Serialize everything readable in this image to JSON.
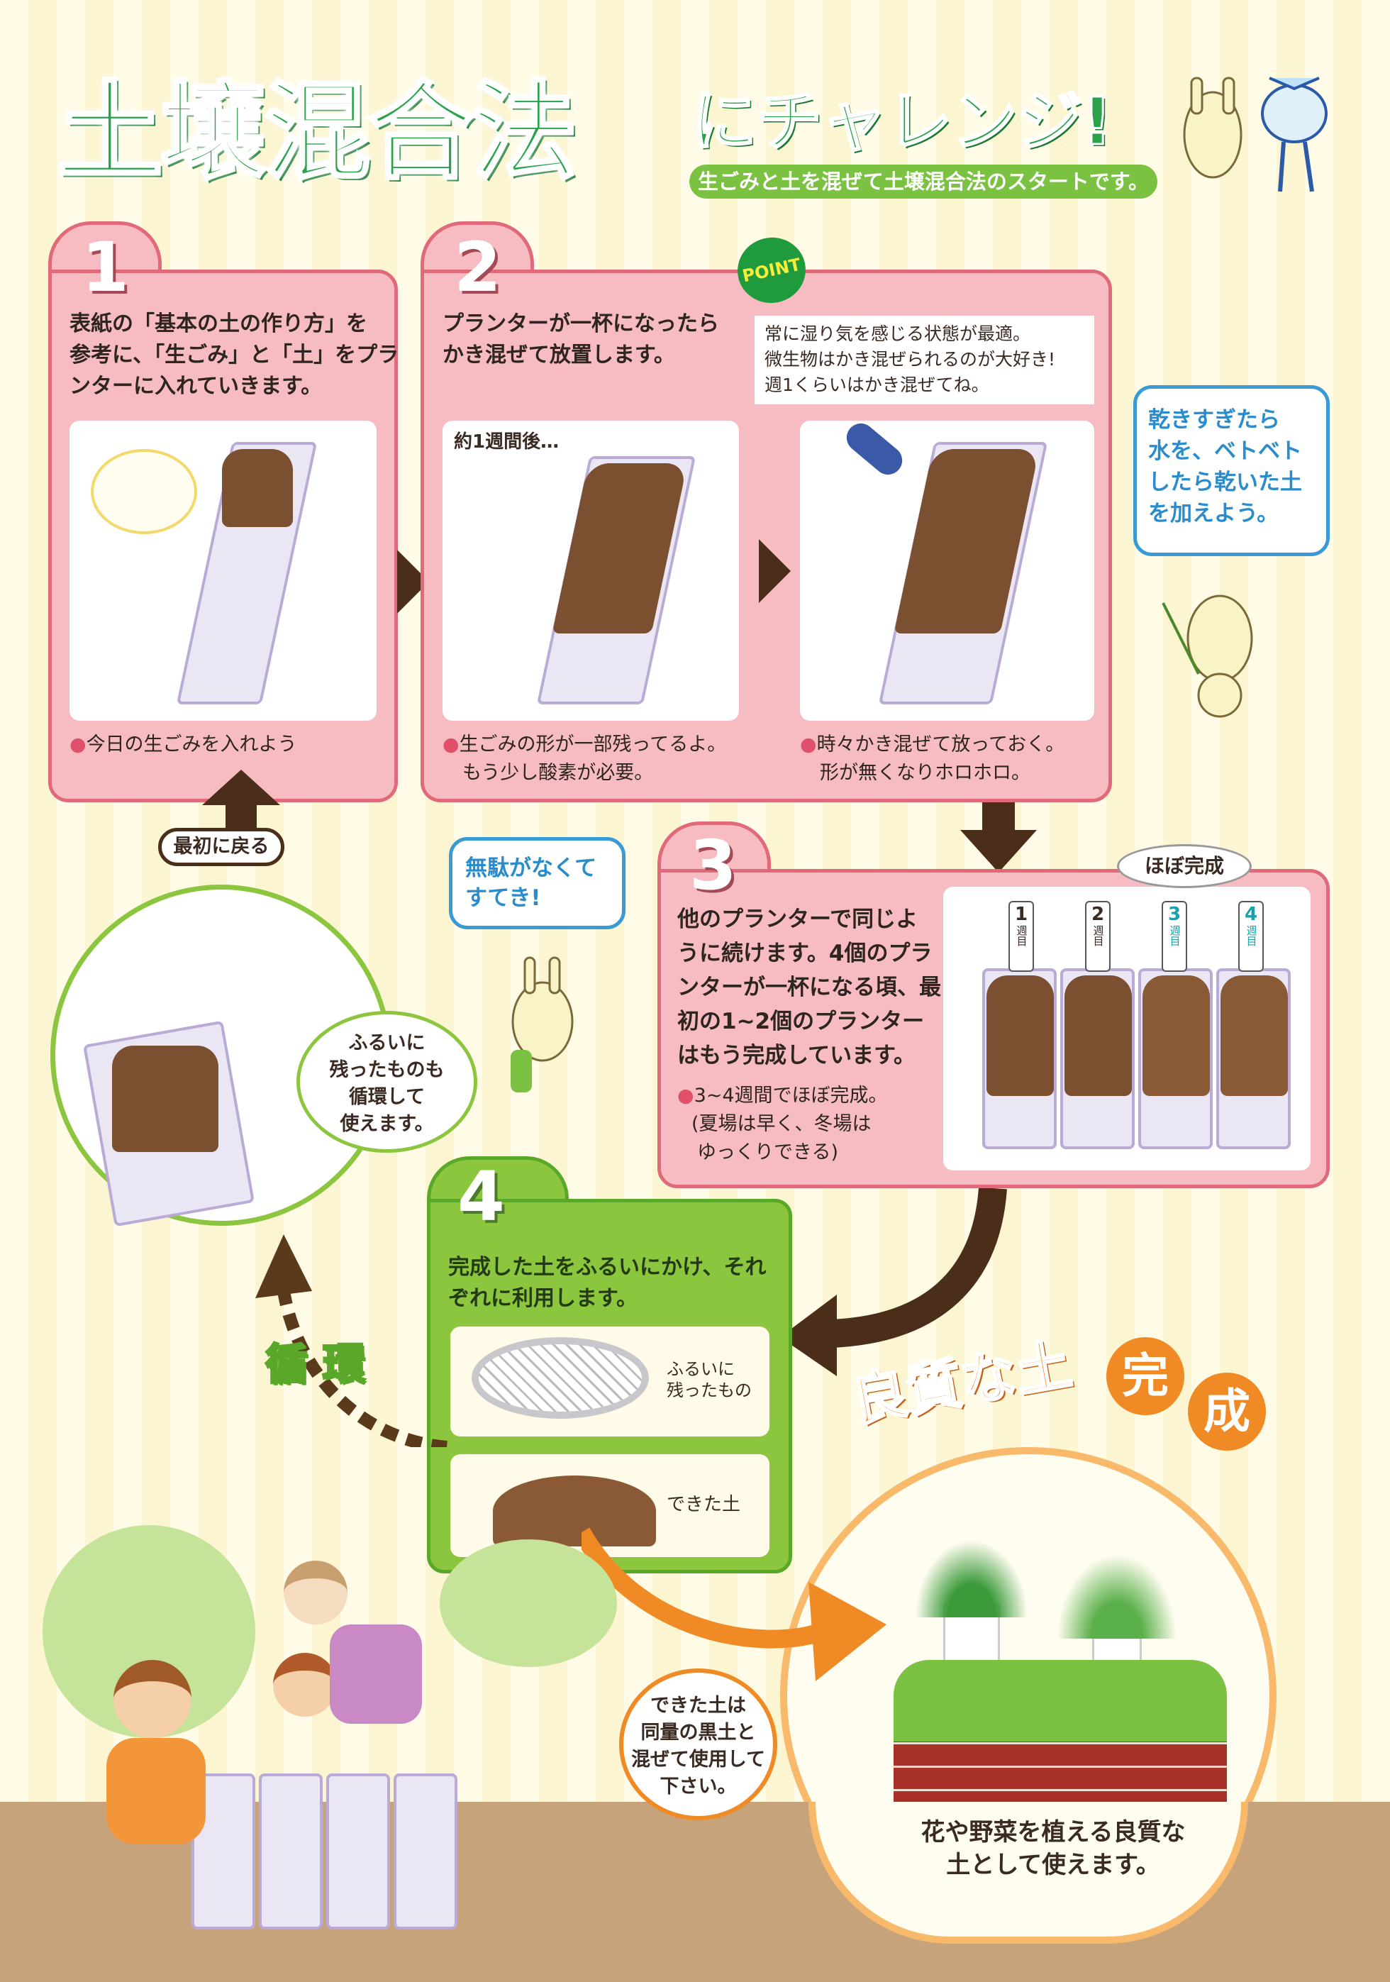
{
  "header": {
    "title": "土壌混合法",
    "title_suffix": "にチャレンジ!",
    "subtitle": "生ごみと土を混ぜて土壌混合法のスタートです。"
  },
  "step1": {
    "number": "1",
    "text": [
      "表紙の「基本の土の作り方」を",
      "参考に、「生ごみ」と「土」をプラ",
      "ンターに入れていきます。"
    ],
    "caption": "今日の生ごみを入れよう"
  },
  "step2": {
    "number": "2",
    "text": [
      "プランターが一杯になったら",
      "かき混ぜて放置します。"
    ],
    "point_badge": "POINT",
    "point_text": [
      "常に湿り気を感じる状態が最適。",
      "微生物はかき混ぜられるのが大好き!",
      "週1くらいはかき混ぜてね。"
    ],
    "image1_label": "約1週間後…",
    "caption1": [
      "生ごみの形が一部残ってるよ。",
      "もう少し酸素が必要。"
    ],
    "caption2": [
      "時々かき混ぜて放っておく。",
      "形が無くなりホロホロ。"
    ]
  },
  "tip_bubble": [
    "乾きすぎたら",
    "水を、ベトベト",
    "したら乾いた土",
    "を加えよう。"
  ],
  "step3": {
    "number": "3",
    "text": [
      "他のプランターで同じよ",
      "うに続けます。4個のプラ",
      "ンターが一杯になる頃、最",
      "初の1~2個のプランター",
      "はもう完成しています。"
    ],
    "caption": [
      "3~4週間でほぼ完成。",
      "(夏場は早く、冬場は",
      "ゆっくりできる)"
    ],
    "almost_done": "ほぼ完成",
    "weeks": [
      {
        "n": "1",
        "label": "週目"
      },
      {
        "n": "2",
        "label": "週目"
      },
      {
        "n": "3",
        "label": "週目"
      },
      {
        "n": "4",
        "label": "週目"
      }
    ]
  },
  "back_to_start": "最初に戻る",
  "nice_bubble": [
    "無駄がなくて",
    "すてき!"
  ],
  "reuse_bubble": [
    "ふるいに",
    "残ったものも",
    "循環して",
    "使えます。"
  ],
  "step4": {
    "number": "4",
    "text": [
      "完成した土をふるいにかけ、それ",
      "ぞれに利用します。"
    ],
    "sieve_label": [
      "ふるいに",
      "残ったもの"
    ],
    "soil_label": "できた土"
  },
  "cycle_label": "循 環",
  "complete_title": {
    "part1": "良質な土",
    "part2a": "完",
    "part2b": "成"
  },
  "mix_bubble": [
    "できた土は",
    "同量の黒土と",
    "混ぜて使用して",
    "下さい。"
  ],
  "final_text": [
    "花や野菜を植える良質な",
    "土として使えます。"
  ],
  "colors": {
    "green": "#2aa24a",
    "pink": "#f6bcc2",
    "pink_border": "#e06a7a",
    "step4_green": "#8cc63f",
    "orange": "#f08a24",
    "blue": "#3a9ad6",
    "arrow_brown": "#4a2e1a"
  }
}
